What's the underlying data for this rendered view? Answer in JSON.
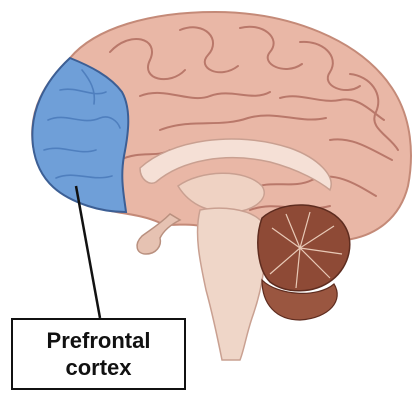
{
  "label": {
    "line1": "Prefrontal",
    "line2": "cortex"
  },
  "colors": {
    "cortex": "#e9b7a6",
    "gyrus_line": "#b9786a",
    "prefrontal_region": "#6f9fd8",
    "prefrontal_outline": "#3c5f95",
    "brainstem": "#efd6c8",
    "cerebellum": "#8e4a36",
    "leader_line": "#111111"
  },
  "icons": {
    "brain": "brain-sagittal-illustration"
  }
}
